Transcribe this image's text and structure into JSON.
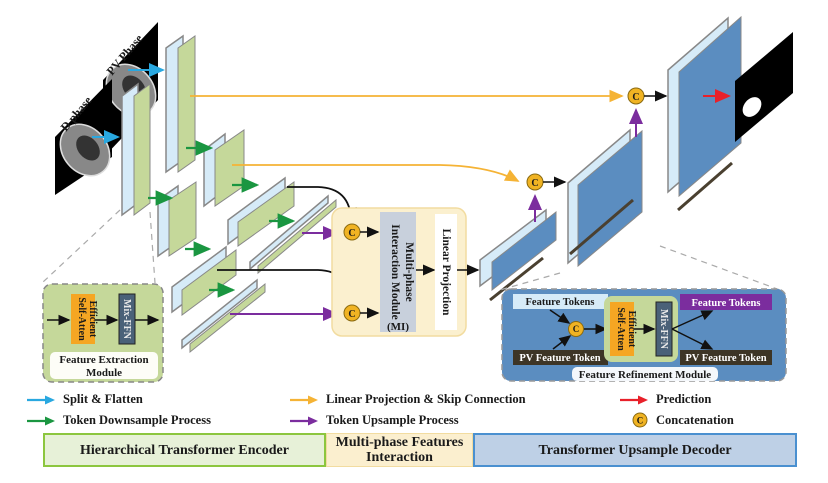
{
  "inputs": {
    "d_phase_label": "D phase",
    "pv_phase_label": "PV Phase"
  },
  "modules": {
    "feature_extraction": {
      "title_line1": "Feature Extraction",
      "title_line2": "Module",
      "attention_line1": "Efficient",
      "attention_line2": "Self-Atten",
      "ffn": "Mix-FFN"
    },
    "mi": {
      "line1": "Multi-phase",
      "line2": "Interaction Module",
      "line3": "(MI)",
      "linear_projection": "Linear Projection"
    },
    "feature_refinement": {
      "title": "Feature Refinement Module",
      "in_tokens": "Feature Tokens",
      "in_pv_tokens": "PV Feature Token",
      "out_tokens": "Feature Tokens",
      "out_pv_tokens": "PV Feature Token",
      "attention_line1": "Efficient",
      "attention_line2": "Self-Atten",
      "ffn": "Mix-FFN"
    },
    "concat_symbol": "C"
  },
  "legend": {
    "items": [
      {
        "label": "Split & Flatten",
        "color": "#29a8e0",
        "kind": "arrow"
      },
      {
        "label": "Token Downsample Process",
        "color": "#1a9641",
        "kind": "arrow"
      },
      {
        "label": "Linear Projection & Skip Connection",
        "color": "#f5b335",
        "kind": "arrow"
      },
      {
        "label": "Token Upsample Process",
        "color": "#7b2d9e",
        "kind": "arrow"
      },
      {
        "label": "Prediction",
        "color": "#e8202a",
        "kind": "arrow"
      },
      {
        "label": "Concatenation",
        "color": "#f0b323",
        "kind": "concat"
      }
    ]
  },
  "bands": {
    "encoder": "Hierarchical Transformer Encoder",
    "interaction_line1": "Multi-phase Features",
    "interaction_line2": "Interaction",
    "decoder": "Transformer Upsample Decoder"
  },
  "colors": {
    "encoder_green": "#c5d89a",
    "token_blue": "#d6ebf8",
    "decoder_blue": "#5b8dc0",
    "mi_bg": "#fbf0cf",
    "attention_orange": "#f5a623",
    "ffn_slate": "#4a6178"
  }
}
